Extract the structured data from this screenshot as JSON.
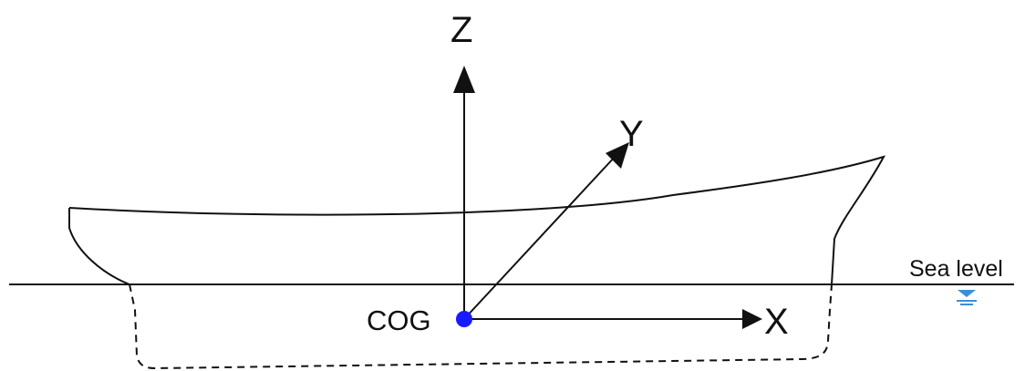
{
  "labels": {
    "z_axis": "Z",
    "y_axis": "Y",
    "x_axis": "X",
    "origin": "COG",
    "sea_level": "Sea level"
  },
  "colors": {
    "cog_point": "#1a1aff",
    "water_symbol": "#3b8fd9",
    "line": "#111111"
  },
  "icons": {
    "water_level_symbol": "water-level-icon"
  }
}
